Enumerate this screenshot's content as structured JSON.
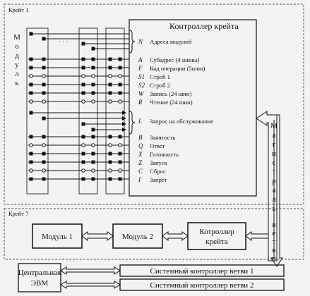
{
  "crate1": {
    "title": "Крейт 1",
    "module_label_chars": [
      "М",
      "о",
      "д",
      "у",
      "л",
      "ь"
    ],
    "controller_title": "Контроллер крейта",
    "module_ellipsis": "· · ·",
    "signals": [
      {
        "letter": "N",
        "label": "Адреса модулей"
      },
      {
        "letter": "A",
        "label": "Субадрес (4 шины)"
      },
      {
        "letter": "F",
        "label": "Код операции (5шин)"
      },
      {
        "letter": "S1",
        "label": "Строб 1"
      },
      {
        "letter": "S2",
        "label": "Строб 2"
      },
      {
        "letter": "W",
        "label": "Запись (24 шин)"
      },
      {
        "letter": "R",
        "label": "Чтение (24 шин)"
      },
      {
        "letter": "L",
        "label": "Запрос на обслуживание"
      },
      {
        "letter": "B",
        "label": "Занятость"
      },
      {
        "letter": "Q",
        "label": "Ответ"
      },
      {
        "letter": "X",
        "label": "Готовность"
      },
      {
        "letter": "Z",
        "label": "Запуск"
      },
      {
        "letter": "C",
        "label": "Сброс"
      },
      {
        "letter": "I",
        "label": "Запрет"
      }
    ]
  },
  "trunk": {
    "label_chars": [
      "М",
      "а",
      "г",
      "и",
      "с",
      "т",
      "р",
      "а",
      "л",
      "ь"
    ],
    "label2_chars": [
      "в",
      "е",
      "т",
      "в",
      "и"
    ]
  },
  "crate7": {
    "title": "Крейт 7",
    "module1": "Модуль 1",
    "module2": "Модуль 2",
    "controller_line1": "Котроллер",
    "controller_line2": "крейта"
  },
  "bottom": {
    "cpu_line1": "Центральная",
    "cpu_line2": "ЭВМ",
    "branch1": "Системный контроллер ветви 1",
    "branch2": "Системный контроллер ветви 2"
  }
}
